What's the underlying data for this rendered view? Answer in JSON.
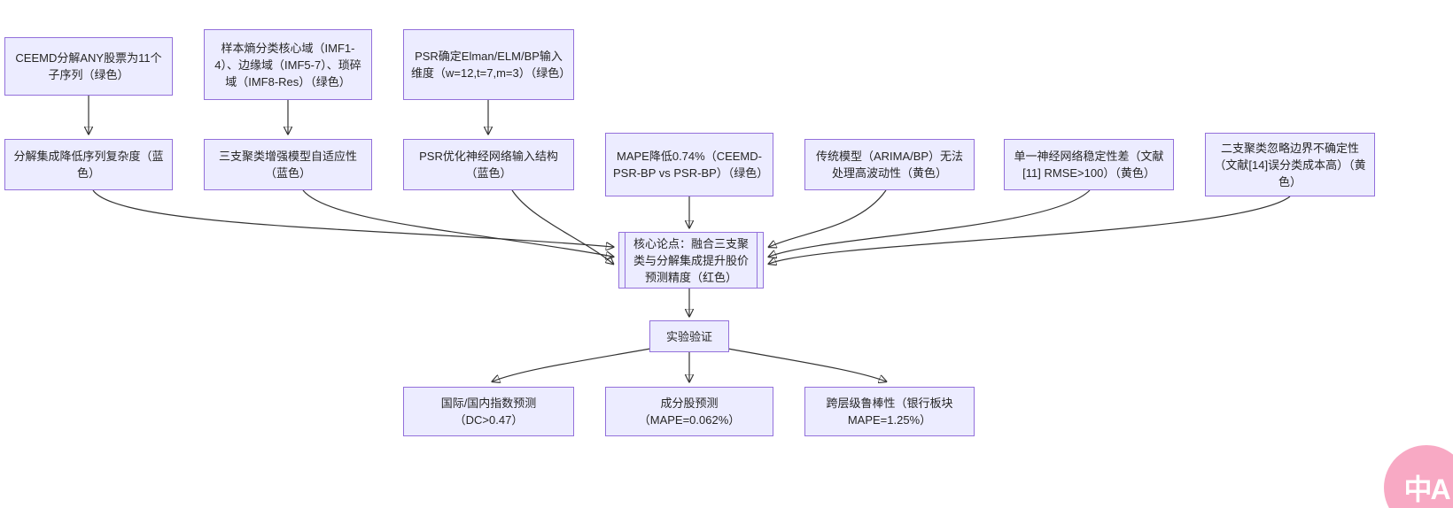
{
  "flowchart": {
    "top_row": [
      {
        "id": "ceemd",
        "label": "CEEMD分解ANY股票为11个子序列（绿色）"
      },
      {
        "id": "sample-entropy",
        "label": "样本熵分类核心域（IMF1-4）、边缘域（IMF5-7）、琐碎域（IMF8-Res）（绿色）"
      },
      {
        "id": "psr-dimension",
        "label": "PSR确定Elman/ELM/BP输入维度（w=12,t=7,m=3）（绿色）"
      }
    ],
    "mid_row": [
      {
        "id": "decomposition",
        "label": "分解集成降低序列复杂度（蓝色）"
      },
      {
        "id": "three-way-clustering",
        "label": "三支聚类增强模型自适应性（蓝色）"
      },
      {
        "id": "psr-optimize",
        "label": "PSR优化神经网络输入结构（蓝色）"
      },
      {
        "id": "mape-reduction",
        "label": "MAPE降低0.74%（CEEMD-PSR-BP vs PSR-BP）（绿色）"
      },
      {
        "id": "traditional-models",
        "label": "传统模型（ARIMA/BP）无法处理高波动性（黄色）"
      },
      {
        "id": "single-nn",
        "label": "单一神经网络稳定性差（文献[11] RMSE>100）（黄色）"
      },
      {
        "id": "two-way-clustering",
        "label": "二支聚类忽略边界不确定性（文献[14]误分类成本高）（黄色）"
      }
    ],
    "core": {
      "label": "核心论点：融合三支聚类与分解集成提升股价预测精度（红色）"
    },
    "validation": {
      "label": "实验验证"
    },
    "bottom_row": [
      {
        "id": "index-prediction",
        "label": "国际/国内指数预测（DC>0.47）"
      },
      {
        "id": "constituent-prediction",
        "label": "成分股预测（MAPE=0.062%）"
      },
      {
        "id": "robustness",
        "label": "跨层级鲁棒性（银行板块MAPE=1.25%）"
      }
    ]
  },
  "badge": {
    "label": "中A"
  },
  "colors": {
    "node_fill": "#ECECFF",
    "node_border": "#9370DB",
    "arrow": "#333333",
    "badge_pink": "#f8a9c4",
    "background": "#ffffff"
  }
}
